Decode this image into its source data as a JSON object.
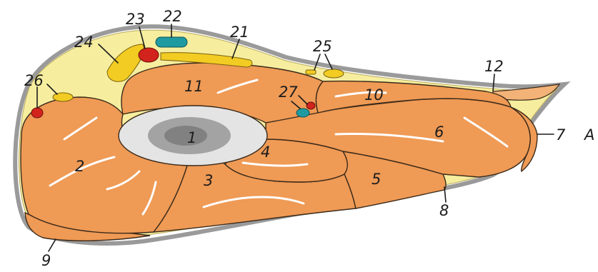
{
  "figure": {
    "side_letter": "A",
    "labels": {
      "l1": "1",
      "l2": "2",
      "l3": "3",
      "l4": "4",
      "l5": "5",
      "l6": "6",
      "l7": "7",
      "l8": "8",
      "l9": "9",
      "l10": "10",
      "l11": "11",
      "l12": "12",
      "l21": "21",
      "l22": "22",
      "l23": "23",
      "l24": "24",
      "l25": "25",
      "l26": "26",
      "l27": "27"
    },
    "colors": {
      "muscle": "#ef9a55",
      "fat": "#f6ee9e",
      "bone": "#e4e4e4",
      "marrow": "#8d8d8d",
      "vein": "#1f9aa0",
      "artery": "#d2231c",
      "nerve": "#f2cc22",
      "fascia": "#d8d8d8"
    }
  }
}
